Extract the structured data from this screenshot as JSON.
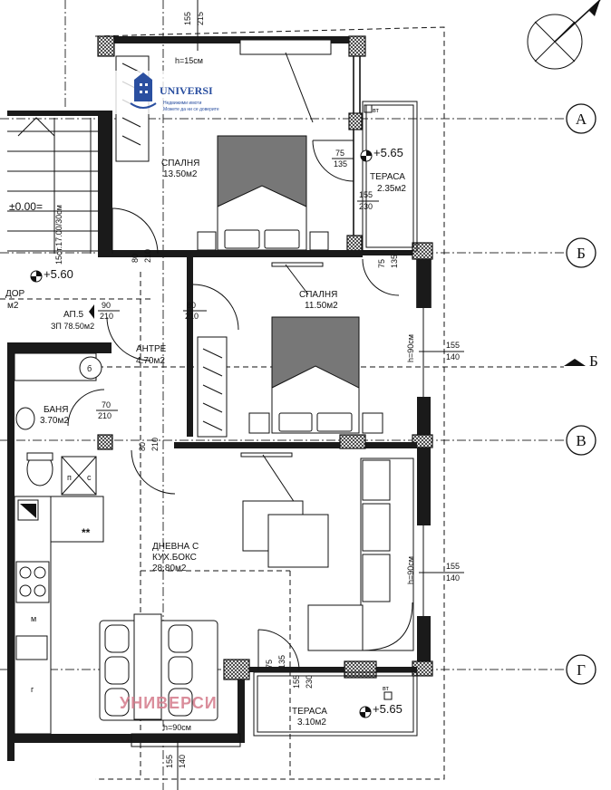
{
  "logo": {
    "brand": "UNIVERSI",
    "line1": "Недвижими имоти",
    "line2": "Можете да ни се доверите"
  },
  "watermark": "УНИВЕРСИ",
  "axes": [
    "А",
    "Б",
    "В",
    "Г"
  ],
  "section_mark": "Б",
  "rooms": {
    "bedroom1": {
      "name": "СПАЛНЯ",
      "area": "13.50м2"
    },
    "bedroom2": {
      "name": "СПАЛНЯ",
      "area": "11.50м2"
    },
    "terrace1": {
      "name": "ТЕРАСА",
      "area": "2.35м2"
    },
    "terrace2": {
      "name": "ТЕРАСА",
      "area": "3.10м2"
    },
    "hall": {
      "name": "АНТРЕ",
      "area": "4.70м2"
    },
    "bath": {
      "name": "БАНЯ",
      "area": "3.70м2"
    },
    "living_l1": "ДНЕВНА С",
    "living_l2": "КУХ.БОКС",
    "living_area": "28.80м2",
    "corridor": "ДОР",
    "corridor_area": "м2",
    "apartment_l1": "АП.5",
    "apartment_l2": "ЗП 78.50м2"
  },
  "levels": {
    "top": "+5.65",
    "left": "+5.60",
    "bottom": "+5.65",
    "stair": "±0.00=",
    "stair_note": "15ст.17.00/30см"
  },
  "dims": {
    "top_a": "155",
    "top_b": "215",
    "top_h": "h=15см",
    "bottom_a": "155",
    "bottom_b": "140",
    "bottom_h": "h=90см",
    "right1_a": "155",
    "right1_b": "140",
    "right1_h": "h=90см",
    "right2_a": "155",
    "right2_b": "140",
    "right2_h": "h=90см",
    "door_t1_a": "75",
    "door_t1_b": "135",
    "win_t1_a": "155",
    "win_t1_b": "230",
    "door_b2_a": "75",
    "door_b2_b": "135",
    "door_br_a": "80",
    "door_br_b": "210",
    "door_b1_a": "80",
    "door_b1_b": "210",
    "door_ap_a": "90",
    "door_ap_b": "210",
    "door_bath_a": "70",
    "door_bath_b": "210",
    "door_liv_a": "80",
    "door_liv_b": "210",
    "door_t2_a": "75",
    "door_t2_b": "135",
    "win_t2_a": "155",
    "win_t2_b": "230"
  },
  "misc": {
    "vt": "вт",
    "vt2": "вт",
    "boiler": "б",
    "fridge": "м",
    "oven": "г",
    "shower_p": "п",
    "shower_s": "с",
    "stars": "**"
  }
}
